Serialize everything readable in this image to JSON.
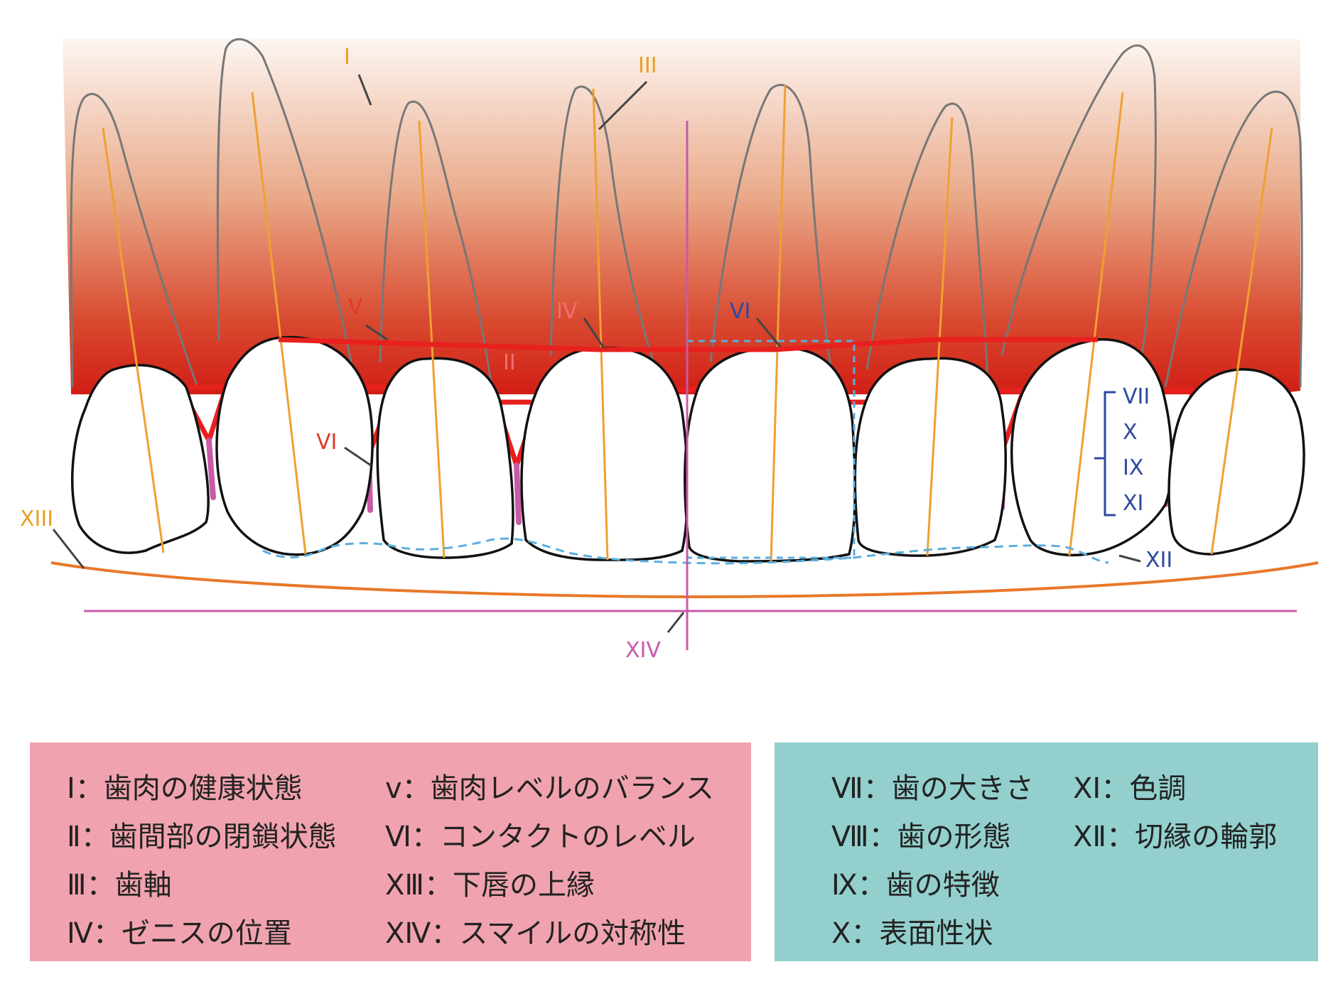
{
  "colors": {
    "gingiva_top": "#fbf1ea",
    "gingiva_bottom": "#d42a1c",
    "red_line": "#e8201e",
    "orange_axis": "#f0a030",
    "magenta": "#c85aa8",
    "blue_dashed": "#5aaee0",
    "navy": "#2c4aa0",
    "lip_line": "#e8782a",
    "label_orange": "#e8a020",
    "label_red": "#e03a2a",
    "label_pink": "#f07070",
    "legend_pink": "#f0a3af",
    "legend_teal": "#93d0cd"
  },
  "labels": {
    "I": "I",
    "III": "III",
    "V": "V",
    "IV": "IV",
    "VI_top": "VI",
    "II": "II",
    "VI_left": "VI",
    "VII": "VII",
    "X": "X",
    "IX": "IX",
    "XI": "XI",
    "XII": "XII",
    "XIII": "XIII",
    "XIV": "XIV"
  },
  "legend_left": [
    {
      "text": "Ⅰ：歯肉の健康状態"
    },
    {
      "text": "v：歯肉レベルのバランス"
    },
    {
      "text": "Ⅱ：歯間部の閉鎖状態"
    },
    {
      "text": "Ⅵ：コンタクトのレベル"
    },
    {
      "text": "Ⅲ：歯軸"
    },
    {
      "text": "ⅩⅢ：下唇の上縁"
    },
    {
      "text": "Ⅳ：ゼニスの位置"
    },
    {
      "text": "ⅩⅣ：スマイルの対称性"
    }
  ],
  "legend_right": [
    {
      "text": "Ⅶ：歯の大きさ"
    },
    {
      "text": "ⅩⅠ：色調"
    },
    {
      "text": "Ⅷ：歯の形態"
    },
    {
      "text": "ⅩⅡ：切縁の輪郭"
    },
    {
      "text": "Ⅸ：歯の特徴"
    },
    {
      "text": "Ⅹ：表面性状"
    }
  ]
}
